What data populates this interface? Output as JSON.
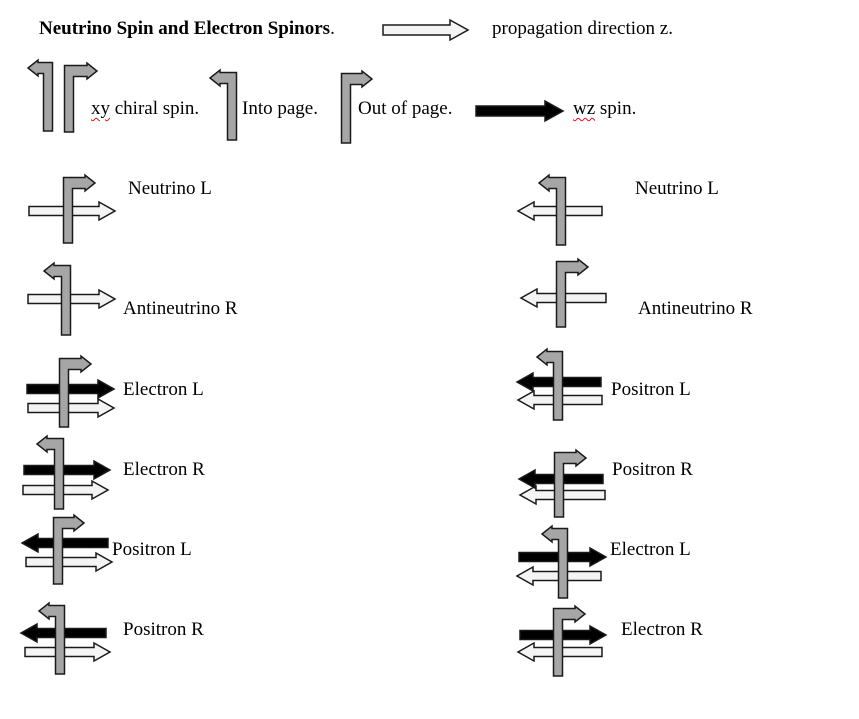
{
  "title": {
    "bold": "Neutrino Spin and Electron Spinors",
    "period": "."
  },
  "legend": {
    "propagation": "propagation direction z.",
    "xy_prefix": "xy",
    "xy_suffix": " chiral spin.",
    "into_page": "Into page.",
    "out_of_page": "Out of page.",
    "wz_prefix": "wz",
    "wz_suffix": " spin."
  },
  "particles": {
    "left": [
      "Neutrino L",
      "Antineutrino R",
      "Electron L",
      "Electron R",
      "Positron L",
      "Positron R"
    ],
    "right": [
      "Neutrino L",
      "Antineutrino R",
      "Positron L",
      "Positron R",
      "Electron L",
      "Electron R"
    ]
  },
  "colors": {
    "gray_arrow": "#a6a6a6",
    "white_arrow": "#f4f4f4",
    "black_arrow": "#000000",
    "stroke": "#1a1a1a",
    "squiggle": "#d01818"
  }
}
